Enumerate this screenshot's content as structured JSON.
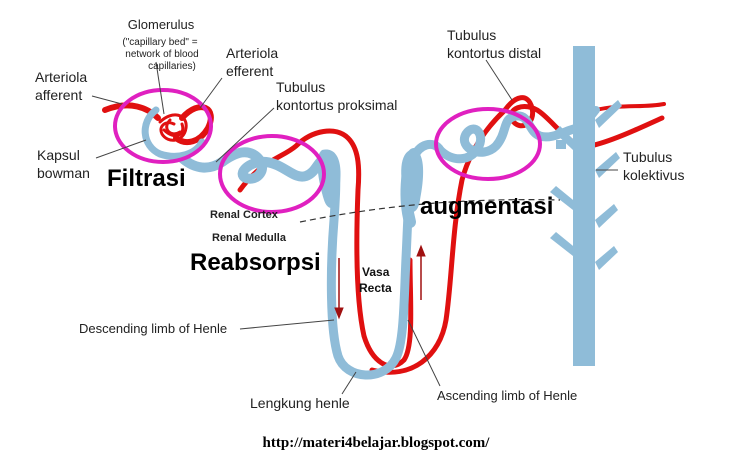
{
  "labels": {
    "glomerulus_title": "Glomerulus",
    "glomerulus_note_1": "(\"capillary bed\" =",
    "glomerulus_note_2": "network of blood",
    "glomerulus_note_3": "capillaries)",
    "arteriola_afferent_1": "Arteriola",
    "arteriola_afferent_2": "afferent",
    "arteriola_efferent_1": "Arteriola",
    "arteriola_efferent_2": "efferent",
    "kapsul_bowman_1": "Kapsul",
    "kapsul_bowman_2": "bowman",
    "tubulus_proksimal_1": "Tubulus",
    "tubulus_proksimal_2": "kontortus proksimal",
    "tubulus_distal_1": "Tubulus",
    "tubulus_distal_2": "kontortus distal",
    "tubulus_kolektivus_1": "Tubulus",
    "tubulus_kolektivus_2": "kolektivus",
    "renal_cortex": "Renal Cortex",
    "renal_medulla": "Renal Medulla",
    "vasa_recta_1": "Vasa",
    "vasa_recta_2": "Recta",
    "descending_limb": "Descending limb of Henle",
    "ascending_limb": "Ascending limb of Henle",
    "lengkung_henle": "Lengkung henle"
  },
  "stages": {
    "filtrasi": "Filtrasi",
    "reabsorpsi": "Reabsorpsi",
    "augmentasi": "augmentasi"
  },
  "footer": {
    "url": "http://materi4belajar.blogspot.com/"
  },
  "colors": {
    "tubule": "#8fbcd8",
    "blood": "#e01010",
    "highlight": "#e020c0",
    "background": "#ffffff"
  }
}
